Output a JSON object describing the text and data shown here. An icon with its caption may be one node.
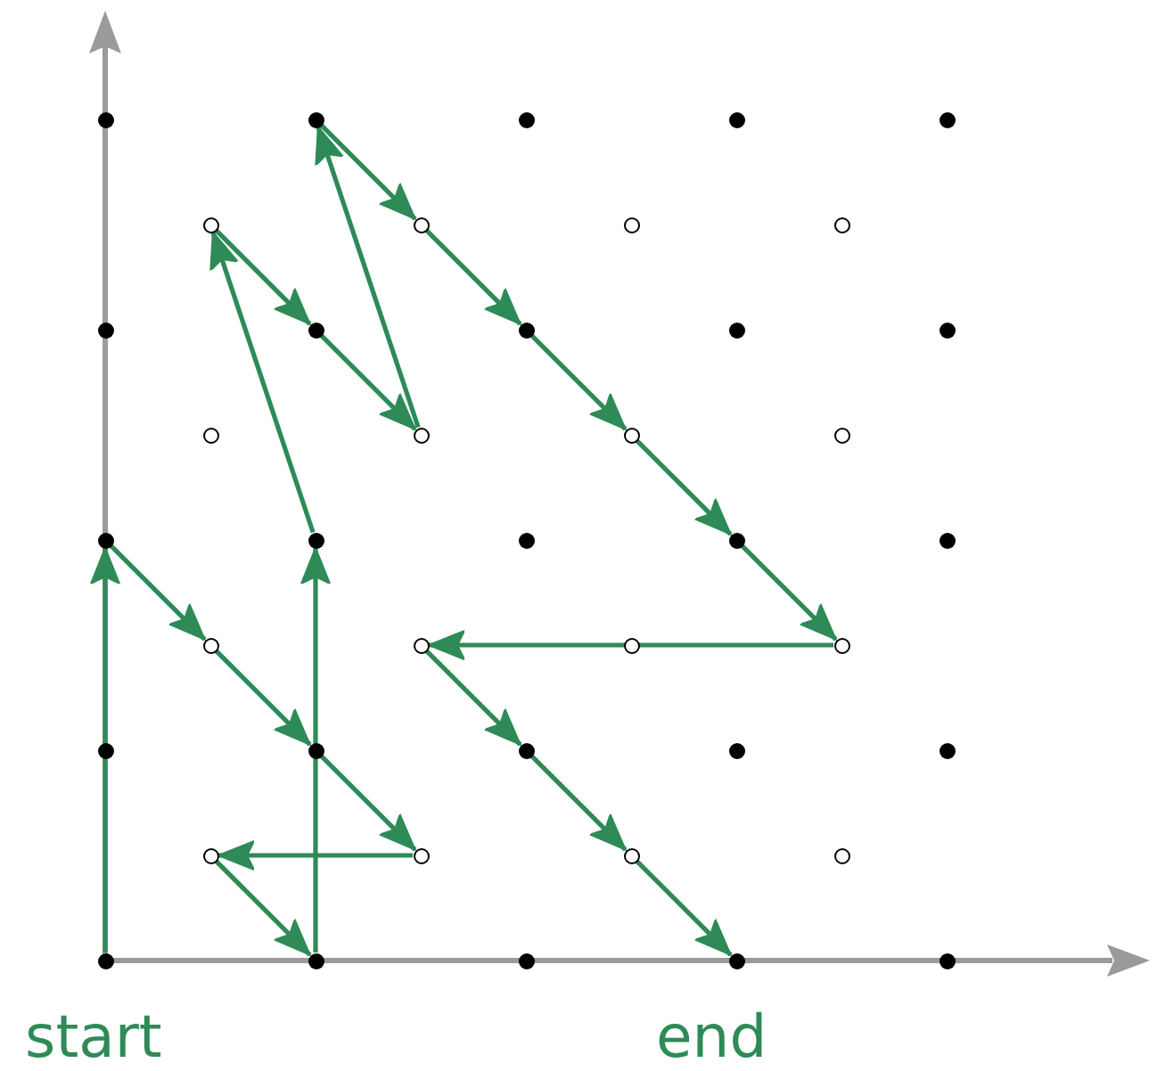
{
  "diagram": {
    "nodes": [
      {
        "text": [],
        "shape": "dot"
      },
      {
        "text": [],
        "shape": "dot"
      },
      {
        "text": [],
        "shape": "dot"
      },
      {
        "text": [],
        "shape": "dot"
      },
      {
        "text": [],
        "shape": "dot"
      },
      {
        "text": [],
        "shape": "circle"
      },
      {
        "text": [],
        "shape": "circle"
      },
      {
        "text": [],
        "shape": "circle"
      },
      {
        "text": [],
        "shape": "circle"
      },
      {
        "text": [],
        "shape": "dot"
      },
      {
        "text": [],
        "shape": "dot"
      },
      {
        "text": [],
        "shape": "dot"
      },
      {
        "text": [],
        "shape": "dot"
      },
      {
        "text": [],
        "shape": "dot"
      },
      {
        "text": [],
        "shape": "circle"
      },
      {
        "text": [],
        "shape": "circle"
      },
      {
        "text": [],
        "shape": "circle"
      },
      {
        "text": [],
        "shape": "circle"
      },
      {
        "text": [],
        "shape": "dot"
      },
      {
        "text": [],
        "shape": "dot"
      },
      {
        "text": [],
        "shape": "dot"
      },
      {
        "text": [],
        "shape": "dot"
      },
      {
        "text": [],
        "shape": "dot"
      },
      {
        "text": [],
        "shape": "circle"
      },
      {
        "text": [],
        "shape": "circle"
      },
      {
        "text": [],
        "shape": "circle"
      },
      {
        "text": [],
        "shape": "circle"
      },
      {
        "text": [],
        "shape": "dot"
      },
      {
        "text": [],
        "shape": "dot"
      },
      {
        "text": [],
        "shape": "dot"
      },
      {
        "text": [],
        "shape": "dot"
      },
      {
        "text": [],
        "shape": "dot"
      },
      {
        "text": [],
        "shape": "circle"
      },
      {
        "text": [],
        "shape": "circle"
      },
      {
        "text": [],
        "shape": "circle"
      },
      {
        "text": [],
        "shape": "circle"
      },
      {
        "text": [],
        "shape": "dot",
        "beside": [
          "start"
        ]
      },
      {
        "text": [],
        "shape": "dot"
      },
      {
        "text": [],
        "shape": "dot"
      },
      {
        "text": [],
        "shape": "dot",
        "beside": [
          "end"
        ]
      },
      {
        "text": [],
        "shape": "dot"
      }
    ],
    "edges": [
      {
        "from": 36,
        "to": 18,
        "arrow": "to"
      },
      {
        "from": 18,
        "to": 23,
        "arrow": "to"
      },
      {
        "from": 23,
        "to": 28,
        "arrow": "to"
      },
      {
        "from": 28,
        "to": 33,
        "arrow": "to"
      },
      {
        "from": 33,
        "to": 32,
        "arrow": "to"
      },
      {
        "from": 32,
        "to": 37,
        "arrow": "to"
      },
      {
        "from": 37,
        "to": 19,
        "arrow": "to"
      },
      {
        "from": 19,
        "to": 5,
        "arrow": "to"
      },
      {
        "from": 5,
        "to": 10,
        "arrow": "to"
      },
      {
        "from": 10,
        "to": 15,
        "arrow": "to"
      },
      {
        "from": 15,
        "to": 1,
        "arrow": "to"
      },
      {
        "from": 1,
        "to": 6,
        "arrow": "to"
      },
      {
        "from": 6,
        "to": 11,
        "arrow": "to"
      },
      {
        "from": 11,
        "to": 16,
        "arrow": "to"
      },
      {
        "from": 16,
        "to": 21,
        "arrow": "to"
      },
      {
        "from": 21,
        "to": 26,
        "arrow": "to"
      },
      {
        "from": 26,
        "to": 24,
        "arrow": "to"
      },
      {
        "from": 24,
        "to": 29,
        "arrow": "to"
      },
      {
        "from": 29,
        "to": 34,
        "arrow": "to"
      },
      {
        "from": 34,
        "to": 39,
        "arrow": "to"
      }
    ]
  }
}
